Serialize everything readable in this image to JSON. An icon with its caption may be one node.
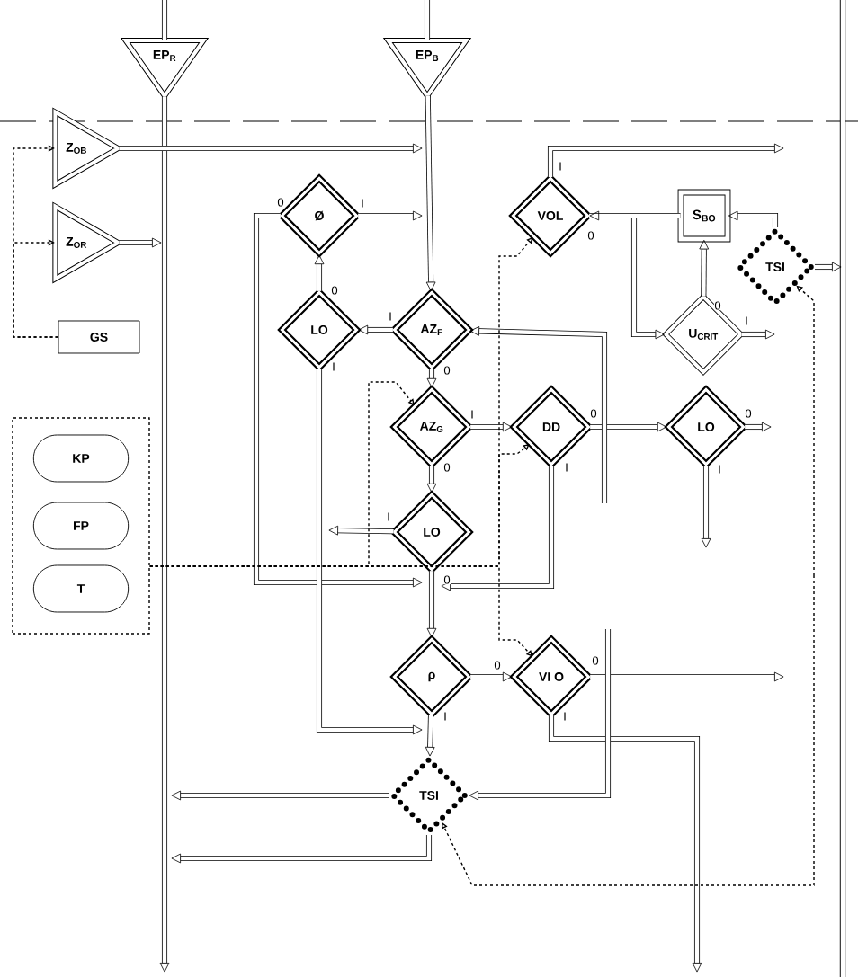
{
  "diagram": {
    "nodes": [
      {
        "text": [
          "EP$_{R}$"
        ]
      },
      {
        "text": [
          "EP$_{B}$"
        ]
      },
      {
        "text": [
          "Z$_{OB}$"
        ]
      },
      {
        "text": [
          "Z$_{OR}$"
        ]
      },
      {
        "text": [
          "GS"
        ]
      },
      {
        "text": [],
        "shape": "box"
      },
      {
        "text": [
          "KP"
        ],
        "in": 5
      },
      {
        "text": [
          "FP"
        ],
        "in": 5
      },
      {
        "text": [
          "T"
        ],
        "in": 5
      },
      {
        "text": [
          "Ø"
        ]
      },
      {
        "text": [
          "VOL"
        ]
      },
      {
        "text": [
          "S$_{BO}$"
        ]
      },
      {
        "text": [
          "TSI"
        ]
      },
      {
        "text": [
          "LO"
        ]
      },
      {
        "text": [
          "AZ$_{F}$"
        ]
      },
      {
        "text": [
          "U$_{CRIT}$"
        ]
      },
      {
        "text": [
          "AZ$_{G}$"
        ]
      },
      {
        "text": [
          "DD"
        ]
      },
      {
        "text": [
          "LO"
        ]
      },
      {
        "text": [
          "LO"
        ]
      },
      {
        "text": [
          "ρ"
        ]
      },
      {
        "text": [
          "VI O"
        ]
      },
      {
        "text": [
          "TSI"
        ]
      }
    ],
    "edges": [
      {
        "from": null,
        "to": 0,
        "arrow": "none"
      },
      {
        "from": null,
        "to": 1,
        "arrow": "none"
      },
      {
        "from": 0,
        "to": null,
        "arrow": "to"
      },
      {
        "from": 1,
        "to": 14,
        "arrow": "to"
      },
      {
        "from": 2,
        "to": null,
        "arrow": "to"
      },
      {
        "from": 3,
        "to": null,
        "arrow": "to"
      },
      {
        "from": 4,
        "to": 2,
        "arrow": "to",
        "style": "dashed"
      },
      {
        "from": 4,
        "to": 3,
        "arrow": "to",
        "style": "dashed"
      },
      {
        "from": 9,
        "to": null,
        "arrow": "to",
        "label": "I"
      },
      {
        "from": 9,
        "to": null,
        "arrow": "to",
        "label": "0"
      },
      {
        "from": 13,
        "to": 9,
        "arrow": "to",
        "label": "0"
      },
      {
        "from": 14,
        "to": 13,
        "arrow": "to",
        "label": "I"
      },
      {
        "from": 13,
        "to": null,
        "arrow": "to",
        "label": "I"
      },
      {
        "from": 14,
        "to": 16,
        "arrow": "to",
        "label": "0"
      },
      {
        "from": 16,
        "to": 17,
        "arrow": "to",
        "label": "I"
      },
      {
        "from": 16,
        "to": 19,
        "arrow": "to",
        "label": "0"
      },
      {
        "from": 19,
        "to": null,
        "arrow": "to",
        "label": "I"
      },
      {
        "from": 19,
        "to": 20,
        "arrow": "to",
        "label": "0"
      },
      {
        "from": 17,
        "to": 18,
        "arrow": "to",
        "label": "0"
      },
      {
        "from": 17,
        "to": null,
        "arrow": "to",
        "label": "I"
      },
      {
        "from": 18,
        "to": null,
        "arrow": "to",
        "label": "0"
      },
      {
        "from": 18,
        "to": null,
        "arrow": "to",
        "label": "I"
      },
      {
        "from": 10,
        "to": 15,
        "arrow": "to",
        "label": "0"
      },
      {
        "from": 11,
        "to": 10,
        "arrow": "to"
      },
      {
        "from": 12,
        "to": 11,
        "arrow": "to"
      },
      {
        "from": 15,
        "to": 11,
        "arrow": "to",
        "label": "0"
      },
      {
        "from": 15,
        "to": null,
        "arrow": "to",
        "label": "I"
      },
      {
        "from": 12,
        "to": null,
        "arrow": "to"
      },
      {
        "from": null,
        "to": 14,
        "arrow": "to"
      },
      {
        "from": 10,
        "to": null,
        "arrow": "to",
        "label": "I"
      },
      {
        "from": 20,
        "to": 21,
        "arrow": "to",
        "label": "0"
      },
      {
        "from": 20,
        "to": 22,
        "arrow": "to",
        "label": "I"
      },
      {
        "from": 21,
        "to": null,
        "arrow": "to",
        "label": "0"
      },
      {
        "from": 21,
        "to": null,
        "arrow": "to",
        "label": "I"
      },
      {
        "from": 22,
        "to": null,
        "arrow": "to"
      },
      {
        "from": 22,
        "to": null,
        "arrow": "to"
      },
      {
        "from": null,
        "to": 22,
        "arrow": "to"
      },
      {
        "from": null,
        "to": 22,
        "arrow": "to",
        "style": "dashed"
      },
      {
        "from": 5,
        "to": 10,
        "arrow": "to",
        "style": "dashed"
      },
      {
        "from": 5,
        "to": 16,
        "arrow": "to",
        "style": "dashed"
      },
      {
        "from": 5,
        "to": 17,
        "arrow": "to",
        "style": "dashed"
      },
      {
        "from": 5,
        "to": 21,
        "arrow": "to",
        "style": "dashed"
      },
      {
        "from": null,
        "to": 12,
        "arrow": "to",
        "style": "dashed"
      }
    ]
  }
}
